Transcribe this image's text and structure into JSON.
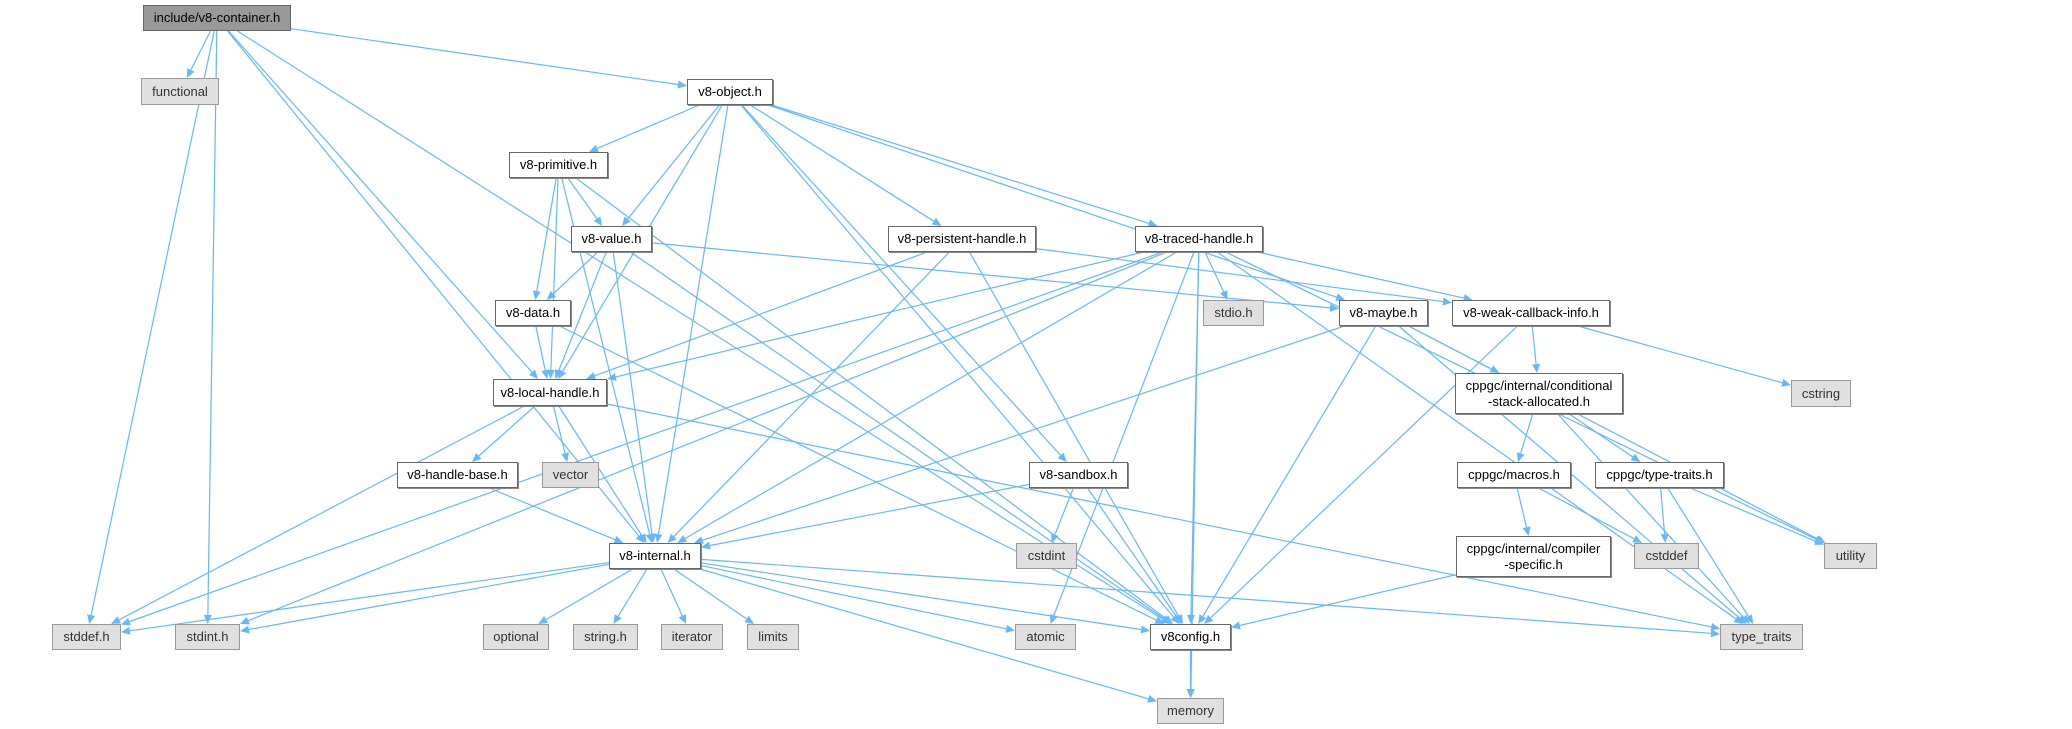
{
  "edge_color": "#63b8ff",
  "nodes": [
    {
      "id": "container",
      "label": "include/v8-container.h",
      "kind": "main"
    },
    {
      "id": "functional",
      "label": "functional",
      "kind": "system"
    },
    {
      "id": "object",
      "label": "v8-object.h",
      "kind": "documented"
    },
    {
      "id": "primitive",
      "label": "v8-primitive.h",
      "kind": "documented"
    },
    {
      "id": "value",
      "label": "v8-value.h",
      "kind": "documented"
    },
    {
      "id": "persistent",
      "label": "v8-persistent-handle.h",
      "kind": "documented"
    },
    {
      "id": "traced",
      "label": "v8-traced-handle.h",
      "kind": "documented"
    },
    {
      "id": "data",
      "label": "v8-data.h",
      "kind": "documented"
    },
    {
      "id": "stdio",
      "label": "stdio.h",
      "kind": "system"
    },
    {
      "id": "maybe",
      "label": "v8-maybe.h",
      "kind": "documented"
    },
    {
      "id": "weak",
      "label": "v8-weak-callback-info.h",
      "kind": "documented"
    },
    {
      "id": "local",
      "label": "v8-local-handle.h",
      "kind": "documented"
    },
    {
      "id": "conditional",
      "label": "cppgc/internal/conditional\n-stack-allocated.h",
      "kind": "documented"
    },
    {
      "id": "cstring",
      "label": "cstring",
      "kind": "system"
    },
    {
      "id": "handlebase",
      "label": "v8-handle-base.h",
      "kind": "documented"
    },
    {
      "id": "vector",
      "label": "vector",
      "kind": "system"
    },
    {
      "id": "sandbox",
      "label": "v8-sandbox.h",
      "kind": "documented"
    },
    {
      "id": "macros",
      "label": "cppgc/macros.h",
      "kind": "documented"
    },
    {
      "id": "cppgctypetraits",
      "label": "cppgc/type-traits.h",
      "kind": "documented"
    },
    {
      "id": "internal",
      "label": "v8-internal.h",
      "kind": "documented"
    },
    {
      "id": "cstdint",
      "label": "cstdint",
      "kind": "system"
    },
    {
      "id": "compiler",
      "label": "cppgc/internal/compiler\n-specific.h",
      "kind": "documented"
    },
    {
      "id": "cstddef",
      "label": "cstddef",
      "kind": "system"
    },
    {
      "id": "utility",
      "label": "utility",
      "kind": "system"
    },
    {
      "id": "stddef",
      "label": "stddef.h",
      "kind": "system"
    },
    {
      "id": "stdint",
      "label": "stdint.h",
      "kind": "system"
    },
    {
      "id": "optional",
      "label": "optional",
      "kind": "system"
    },
    {
      "id": "string",
      "label": "string.h",
      "kind": "system"
    },
    {
      "id": "iterator",
      "label": "iterator",
      "kind": "system"
    },
    {
      "id": "limits",
      "label": "limits",
      "kind": "system"
    },
    {
      "id": "atomic",
      "label": "atomic",
      "kind": "system"
    },
    {
      "id": "v8config",
      "label": "v8config.h",
      "kind": "documented"
    },
    {
      "id": "type_traits",
      "label": "type_traits",
      "kind": "system"
    },
    {
      "id": "memory",
      "label": "memory",
      "kind": "system"
    }
  ],
  "edges": [
    [
      "container",
      "functional"
    ],
    [
      "container",
      "object"
    ],
    [
      "container",
      "local"
    ],
    [
      "container",
      "internal"
    ],
    [
      "container",
      "stddef"
    ],
    [
      "container",
      "stdint"
    ],
    [
      "container",
      "v8config"
    ],
    [
      "object",
      "primitive"
    ],
    [
      "object",
      "value"
    ],
    [
      "object",
      "local"
    ],
    [
      "object",
      "internal"
    ],
    [
      "object",
      "v8config"
    ],
    [
      "object",
      "persistent"
    ],
    [
      "object",
      "sandbox"
    ],
    [
      "object",
      "traced"
    ],
    [
      "object",
      "maybe"
    ],
    [
      "primitive",
      "value"
    ],
    [
      "primitive",
      "data"
    ],
    [
      "primitive",
      "local"
    ],
    [
      "primitive",
      "internal"
    ],
    [
      "primitive",
      "v8config"
    ],
    [
      "value",
      "data"
    ],
    [
      "value",
      "local"
    ],
    [
      "value",
      "internal"
    ],
    [
      "value",
      "v8config"
    ],
    [
      "value",
      "maybe"
    ],
    [
      "data",
      "local"
    ],
    [
      "data",
      "v8config"
    ],
    [
      "persistent",
      "local"
    ],
    [
      "persistent",
      "internal"
    ],
    [
      "persistent",
      "v8config"
    ],
    [
      "persistent",
      "weak"
    ],
    [
      "traced",
      "stddef"
    ],
    [
      "traced",
      "stdint"
    ],
    [
      "traced",
      "local"
    ],
    [
      "traced",
      "internal"
    ],
    [
      "traced",
      "stdio"
    ],
    [
      "traced",
      "atomic"
    ],
    [
      "traced",
      "v8config"
    ],
    [
      "traced",
      "weak"
    ],
    [
      "traced",
      "utility"
    ],
    [
      "traced",
      "type_traits"
    ],
    [
      "traced",
      "memory"
    ],
    [
      "maybe",
      "internal"
    ],
    [
      "maybe",
      "v8config"
    ],
    [
      "maybe",
      "conditional"
    ],
    [
      "maybe",
      "utility"
    ],
    [
      "maybe",
      "type_traits"
    ],
    [
      "weak",
      "v8config"
    ],
    [
      "weak",
      "conditional"
    ],
    [
      "weak",
      "cstring"
    ],
    [
      "local",
      "handlebase"
    ],
    [
      "local",
      "vector"
    ],
    [
      "local",
      "internal"
    ],
    [
      "local",
      "stddef"
    ],
    [
      "local",
      "type_traits"
    ],
    [
      "handlebase",
      "internal"
    ],
    [
      "sandbox",
      "internal"
    ],
    [
      "sandbox",
      "cstdint"
    ],
    [
      "sandbox",
      "v8config"
    ],
    [
      "internal",
      "stddef"
    ],
    [
      "internal",
      "stdint"
    ],
    [
      "internal",
      "optional"
    ],
    [
      "internal",
      "string"
    ],
    [
      "internal",
      "iterator"
    ],
    [
      "internal",
      "limits"
    ],
    [
      "internal",
      "atomic"
    ],
    [
      "internal",
      "v8config"
    ],
    [
      "internal",
      "memory"
    ],
    [
      "internal",
      "type_traits"
    ],
    [
      "v8config",
      "memory"
    ],
    [
      "conditional",
      "macros"
    ],
    [
      "conditional",
      "cppgctypetraits"
    ],
    [
      "conditional",
      "type_traits"
    ],
    [
      "macros",
      "compiler"
    ],
    [
      "macros",
      "cstddef"
    ],
    [
      "cppgctypetraits",
      "cstddef"
    ],
    [
      "cppgctypetraits",
      "utility"
    ],
    [
      "cppgctypetraits",
      "type_traits"
    ],
    [
      "compiler",
      "v8config"
    ]
  ]
}
